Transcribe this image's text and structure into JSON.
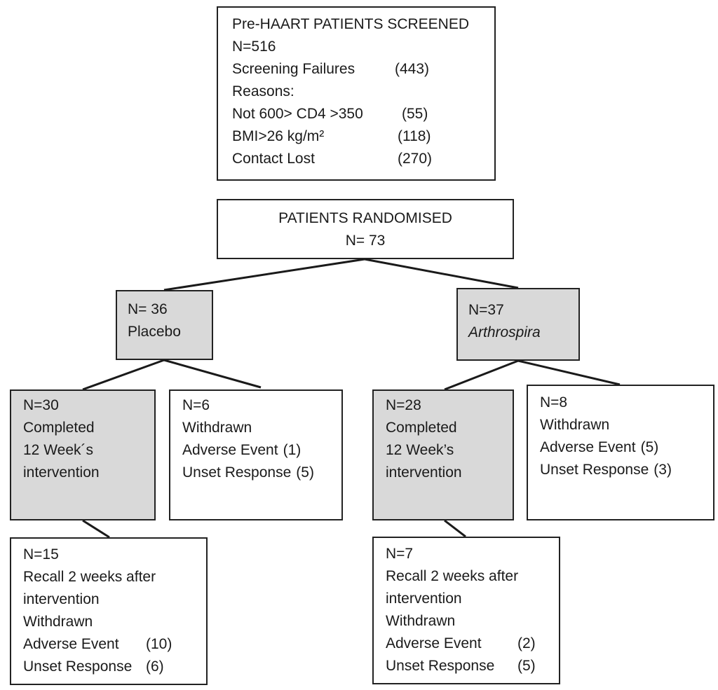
{
  "screened": {
    "title": "Pre-HAART  PATIENTS SCREENED",
    "n": "N=516",
    "failures_label": "Screening Failures",
    "failures_value": "(443)",
    "reasons_label": "Reasons:",
    "reason_cd4_label": "Not 600> CD4 >350",
    "reason_cd4_value": "(55)",
    "reason_bmi_label": "BMI>26 kg/m²",
    "reason_bmi_value": "(118)",
    "reason_contact_label": "Contact Lost",
    "reason_contact_value": "(270)"
  },
  "randomised": {
    "title": "PATIENTS RANDOMISED",
    "n": "N= 73"
  },
  "placebo_arm": {
    "n": "N= 36",
    "label": "Placebo"
  },
  "arthrospira_arm": {
    "n": "N=37",
    "label": "Arthrospira"
  },
  "placebo_completed": {
    "n": "N=30",
    "line1": "Completed",
    "line2": "12 Week´s",
    "line3": "intervention"
  },
  "placebo_withdrawn": {
    "n": "N=6",
    "line1": "Withdrawn",
    "adverse_label": "Adverse Event",
    "adverse_value": "(1)",
    "unset_label": "Unset Response",
    "unset_value": "(5)"
  },
  "arthrospira_completed": {
    "n": "N=28",
    "line1": "Completed",
    "line2": "12 Week’s",
    "line3": "intervention"
  },
  "arthrospira_withdrawn": {
    "n": "N=8",
    "line1": "Withdrawn",
    "adverse_label": "Adverse Event",
    "adverse_value": "(5)",
    "unset_label": "Unset Response",
    "unset_value": "(3)"
  },
  "placebo_recall": {
    "n": "N=15",
    "line1": "Recall 2 weeks after",
    "line2": "intervention",
    "line3": "Withdrawn",
    "adverse_label": "Adverse Event",
    "adverse_value": "(10)",
    "unset_label": "Unset Response",
    "unset_value": "(6)"
  },
  "arthrospira_recall": {
    "n": "N=7",
    "line1": "Recall 2 weeks after",
    "line2": "intervention",
    "line3": "Withdrawn",
    "adverse_label": "Adverse Event",
    "adverse_value": "(2)",
    "unset_label": "Unset Response",
    "unset_value": "(5)"
  },
  "colors": {
    "shaded_fill": "#d9d9d9",
    "plain_fill": "#ffffff",
    "border": "#222222"
  }
}
